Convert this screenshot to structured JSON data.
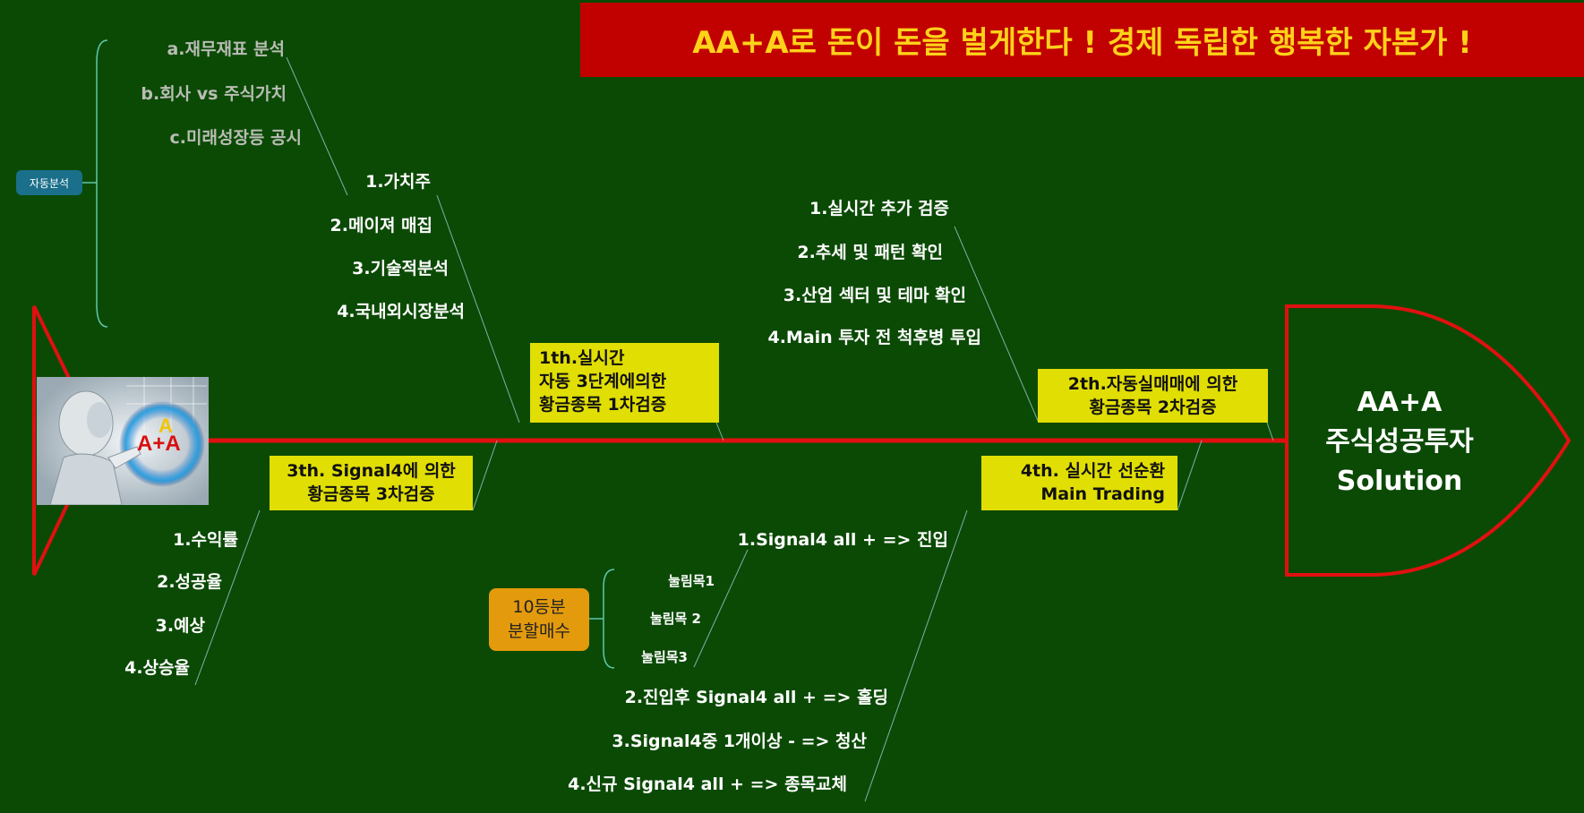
{
  "banner": {
    "text": "AA+A로 돈이 돈을 벌게한다 ! 경제 독립한 행복한 자본가 !"
  },
  "colors": {
    "background": "#0b4a05",
    "spine": "#e01010",
    "banner_bg": "#c10000",
    "banner_text": "#ffd21a",
    "highlight_box": "#e1de04",
    "orange_box": "#e39a0c",
    "pill": "#1a6f8a"
  },
  "head": {
    "lines": [
      "AA+A",
      "주식성공투자",
      "Solution"
    ]
  },
  "tail_image": {
    "logo_text": "A+A",
    "logo_top": "A"
  },
  "auto_analysis": {
    "label": "자동분석",
    "items": [
      "a.재무재표 분석",
      "b.회사 vs 주식가치",
      "c.미래성장등 공시"
    ]
  },
  "branch1": {
    "title_lines": [
      "1th.실시간",
      "자동 3단계에의한",
      "황금종목 1차검증"
    ],
    "items": [
      "1.가치주",
      "2.메이져 매집",
      "3.기술적분석",
      "4.국내외시장분석"
    ]
  },
  "branch2": {
    "title_lines": [
      "2th.자동실매매에 의한",
      "황금종목 2차검증"
    ],
    "items": [
      "1.실시간 추가 검증",
      "2.추세 및 패턴 확인",
      "3.산업 섹터 및 테마 확인",
      "4.Main 투자 전 척후병 투입"
    ]
  },
  "branch3": {
    "title_lines": [
      "3th. Signal4에 의한",
      "황금종목 3차검증"
    ],
    "items": [
      "1.수익률",
      "2.성공율",
      "3.예상",
      "4.상승율"
    ]
  },
  "branch4": {
    "title_lines": [
      "4th. 실시간 선순환",
      "Main Trading"
    ],
    "items": [
      "1.Signal4 all + => 진입",
      "2.진입후 Signal4 all + => 홀딩",
      "3.Signal4중 1개이상 - => 청산",
      "4.신규 Signal4 all + => 종목교체"
    ]
  },
  "split_buy": {
    "label_lines": [
      "10등분",
      "분할매수"
    ],
    "items": [
      "눌림목1",
      "눌림목 2",
      "눌림목3"
    ]
  }
}
